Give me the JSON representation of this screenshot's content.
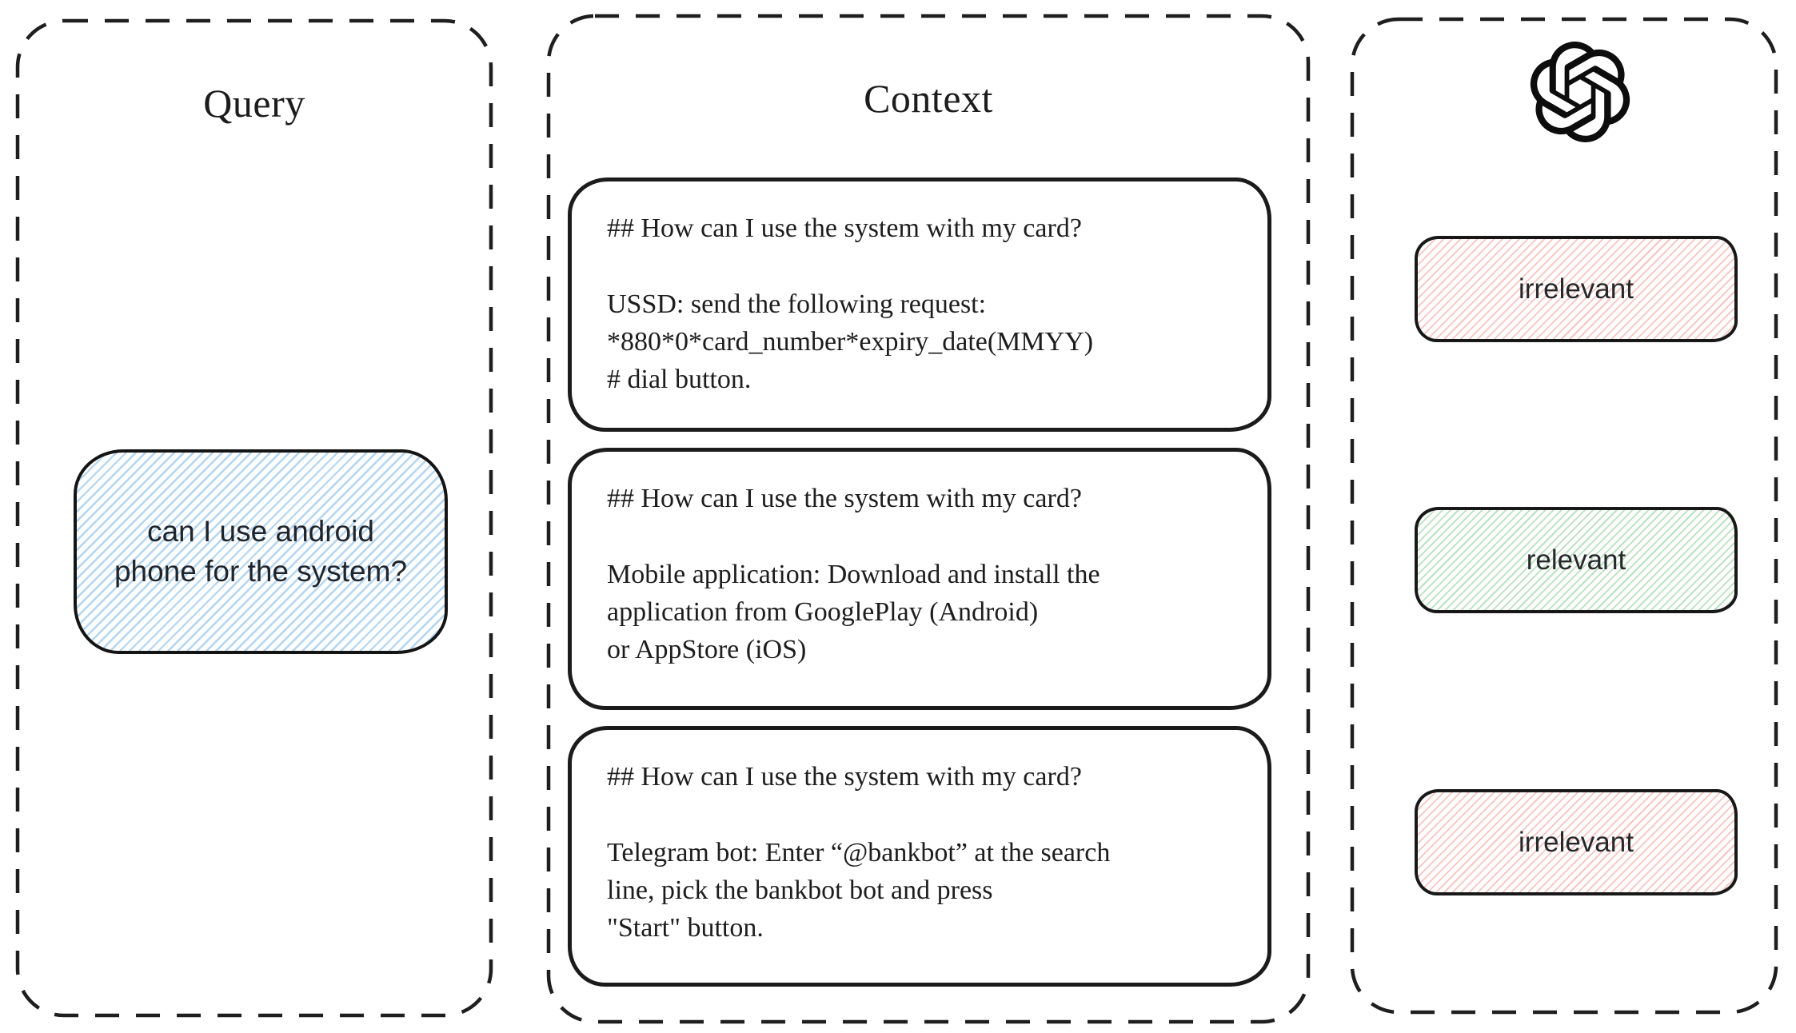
{
  "query": {
    "title": "Query",
    "text": "can I use android\nphone for the system?"
  },
  "context": {
    "title": "Context",
    "cards": [
      {
        "heading": "## How can I use the system with my card?",
        "body": "USSD: send the following request:\n*880*0*card_number*expiry_date(MMYY)\n# dial button."
      },
      {
        "heading": "## How can I use the system with my card?",
        "body": "Mobile application: Download and install the\napplication from GooglePlay (Android)\nor AppStore (iOS)"
      },
      {
        "heading": "## How can I use the system with my card?",
        "body": "Telegram bot: Enter “@bankbot” at the search\nline, pick the bankbot bot and press\n\"Start\" button."
      }
    ]
  },
  "results": {
    "logo": "openai-logo",
    "verdicts": [
      {
        "label": "irrelevant",
        "status": "irrelevant"
      },
      {
        "label": "relevant",
        "status": "relevant"
      },
      {
        "label": "irrelevant",
        "status": "irrelevant"
      }
    ]
  },
  "colors": {
    "border_black": "#1b1b1b",
    "query_hatch_blue": "#b5d5ef",
    "irrelevant_hatch_pink": "#f5c6c1",
    "relevant_hatch_green": "#b7e3bf",
    "text_dark": "#1d1d1d"
  }
}
